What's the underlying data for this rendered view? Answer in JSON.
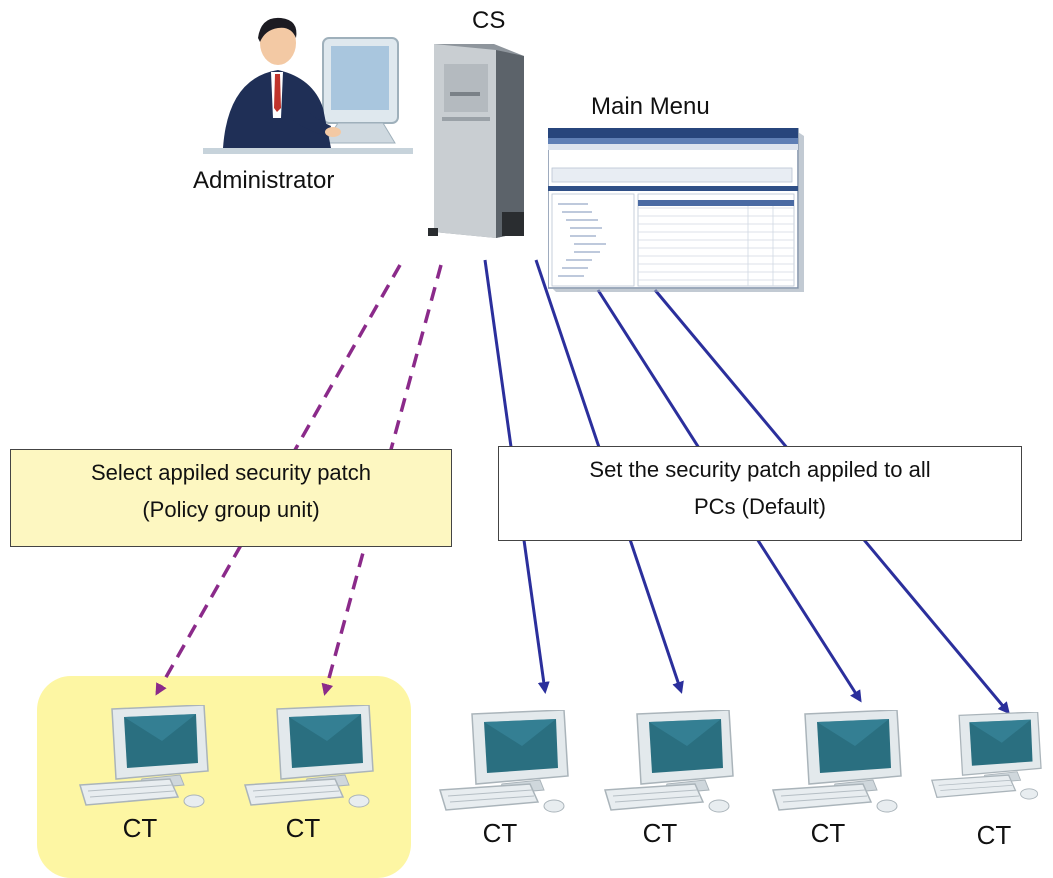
{
  "nodes": {
    "server_label": "CS",
    "admin_label": "Administrator",
    "menu_label": "Main Menu",
    "clients": [
      {
        "label": "CT",
        "group": "policy"
      },
      {
        "label": "CT",
        "group": "policy"
      },
      {
        "label": "CT",
        "group": "default"
      },
      {
        "label": "CT",
        "group": "default"
      },
      {
        "label": "CT",
        "group": "default"
      },
      {
        "label": "CT",
        "group": "default"
      }
    ]
  },
  "callouts": {
    "policy": {
      "line1": "Select appiled security patch",
      "line2": "(Policy group unit)"
    },
    "default": {
      "line1": "Set the security patch appiled to all",
      "line2": "PCs (Default)"
    }
  },
  "colors": {
    "policy_arrow": "#8b2a8a",
    "default_arrow": "#2b2f9c",
    "group_highlight": "#fdf6a3",
    "callout_policy_bg": "#fdf7c1"
  }
}
